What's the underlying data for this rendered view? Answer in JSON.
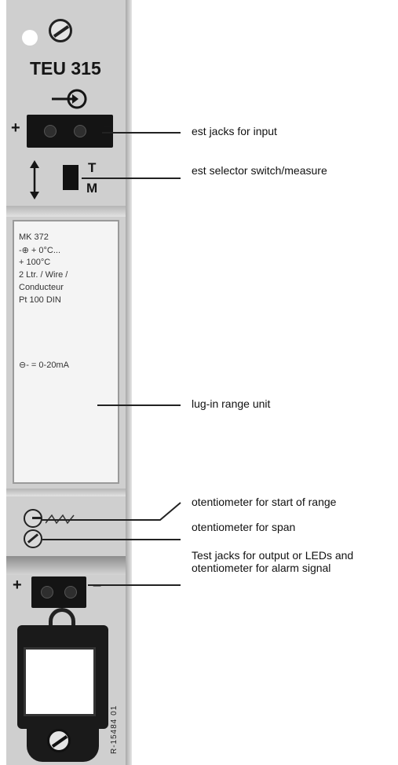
{
  "module": {
    "model": "TEU 315",
    "jack_plus": "+",
    "jack_minus": "–",
    "switch_top": "T",
    "switch_bottom": "M",
    "card_lines": [
      "MK 372",
      "-⊕  +   0°C...",
      "     + 100°C",
      "2 Ltr. / Wire /",
      "Conducteur",
      "Pt 100 DIN",
      "⊖- = 0-20mA"
    ],
    "part_number": "R-15484 01"
  },
  "callouts": [
    {
      "text": "est jacks for input"
    },
    {
      "text": "est selector switch/measure"
    },
    {
      "text": "lug-in range unit"
    },
    {
      "text": "otentiometer for start of range"
    },
    {
      "text": "otentiometer for span"
    },
    {
      "text": "Test jacks for output or LEDs and"
    },
    {
      "text": "otentiometer for alarm signal"
    }
  ]
}
